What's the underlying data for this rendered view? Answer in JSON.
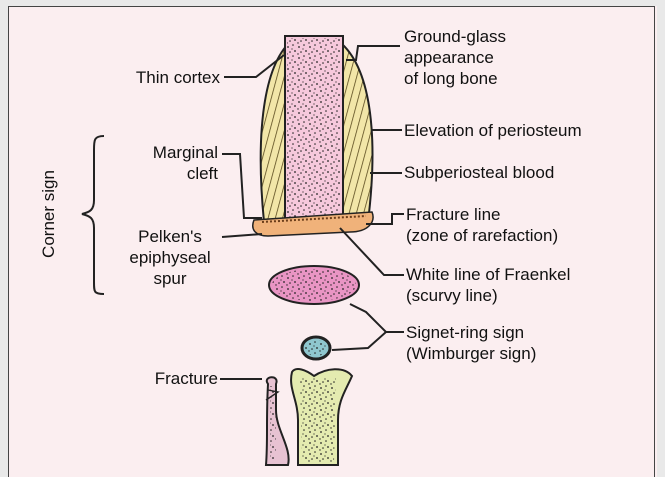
{
  "labels": {
    "thin_cortex": "Thin cortex",
    "ground_glass_1": "Ground-glass",
    "ground_glass_2": "appearance",
    "ground_glass_3": "of long bone",
    "elevation": "Elevation of periosteum",
    "marginal_1": "Marginal",
    "marginal_2": "cleft",
    "subperiosteal": "Subperiosteal blood",
    "corner_sign": "Corner sign",
    "fracture_line_1": "Fracture line",
    "fracture_line_2": "(zone of rarefaction)",
    "pelken_1": "Pelken's",
    "pelken_2": "epiphyseal",
    "pelken_3": "spur",
    "white_line_1": "White line of Fraenkel",
    "white_line_2": "(scurvy line)",
    "signet_1": "Signet-ring sign",
    "signet_2": "(Wimburger sign)",
    "fracture": "Fracture"
  },
  "colors": {
    "background": "#fbeef0",
    "shaft_pink": "#f6c9dc",
    "hatch_fill": "#f2e6a8",
    "orange_band": "#f0b27a",
    "epiphysis_pink": "#e995c4",
    "signet_blue": "#8fc7cf",
    "lower_green": "#e4ebb0",
    "lower_pink": "#e7c2d2"
  }
}
